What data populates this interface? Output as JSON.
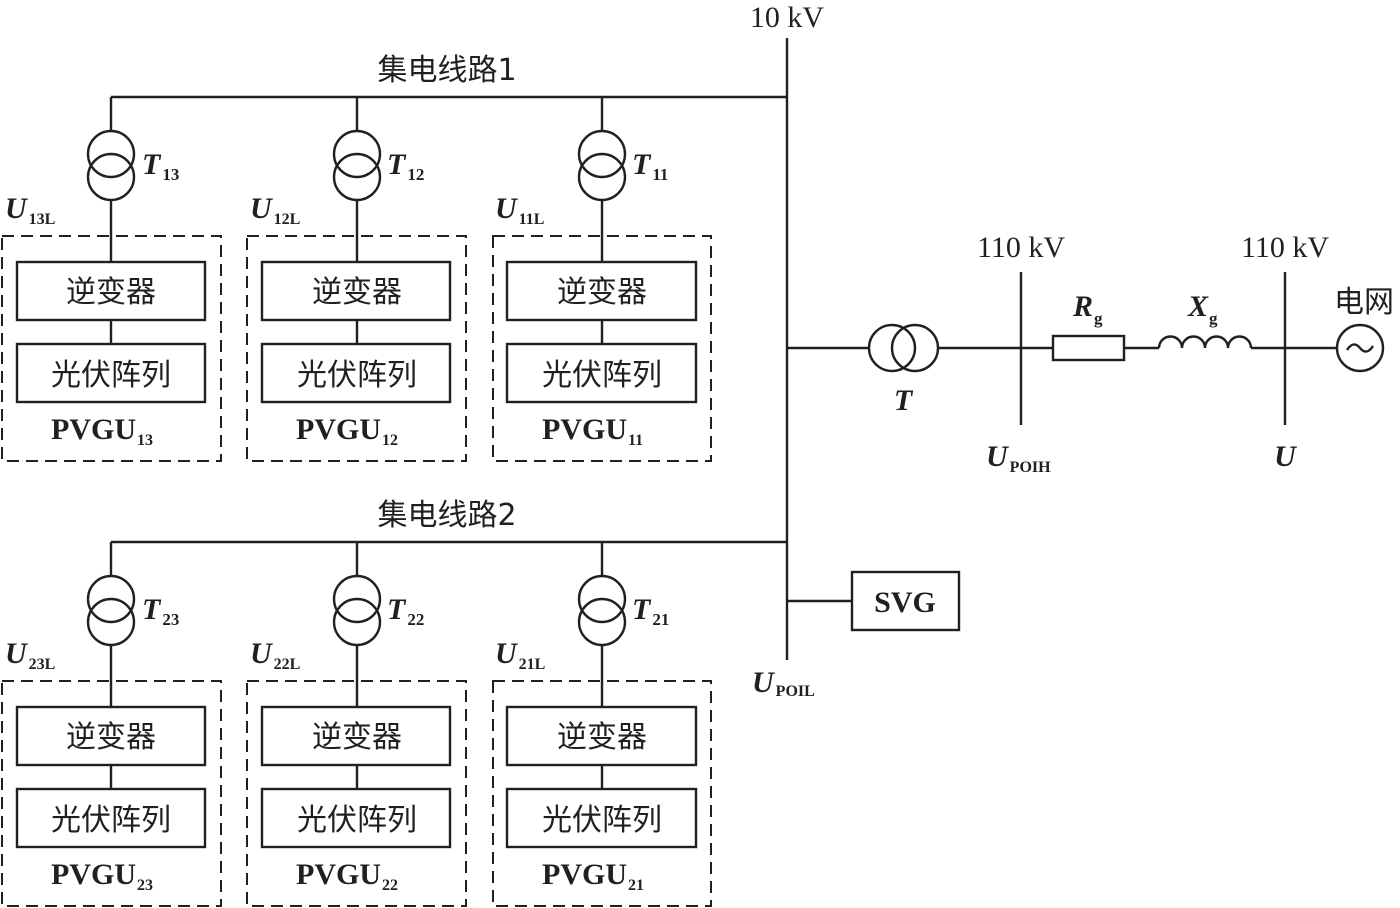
{
  "bus_lv": {
    "voltage": "10 kV",
    "node_label": "U",
    "node_sub": "POIL"
  },
  "feeders": [
    {
      "name": "集电线路1",
      "units": [
        {
          "transformer": "T",
          "t_sub": "13",
          "node": "U",
          "node_sub": "13L",
          "inverter": "逆变器",
          "array": "光伏阵列",
          "unit": "PVGU",
          "unit_sub": "13"
        },
        {
          "transformer": "T",
          "t_sub": "12",
          "node": "U",
          "node_sub": "12L",
          "inverter": "逆变器",
          "array": "光伏阵列",
          "unit": "PVGU",
          "unit_sub": "12"
        },
        {
          "transformer": "T",
          "t_sub": "11",
          "node": "U",
          "node_sub": "11L",
          "inverter": "逆变器",
          "array": "光伏阵列",
          "unit": "PVGU",
          "unit_sub": "11"
        }
      ]
    },
    {
      "name": "集电线路2",
      "units": [
        {
          "transformer": "T",
          "t_sub": "23",
          "node": "U",
          "node_sub": "23L",
          "inverter": "逆变器",
          "array": "光伏阵列",
          "unit": "PVGU",
          "unit_sub": "23"
        },
        {
          "transformer": "T",
          "t_sub": "22",
          "node": "U",
          "node_sub": "22L",
          "inverter": "逆变器",
          "array": "光伏阵列",
          "unit": "PVGU",
          "unit_sub": "22"
        },
        {
          "transformer": "T",
          "t_sub": "21",
          "node": "U",
          "node_sub": "21L",
          "inverter": "逆变器",
          "array": "光伏阵列",
          "unit": "PVGU",
          "unit_sub": "21"
        }
      ]
    }
  ],
  "svg_device": "SVG",
  "main_transformer": "T",
  "bus_poi_h": {
    "voltage": "110 kV",
    "node_label": "U",
    "node_sub": "POIH"
  },
  "grid_resistance": {
    "label": "R",
    "sub": "g"
  },
  "grid_reactance": {
    "label": "X",
    "sub": "g"
  },
  "bus_grid": {
    "voltage": "110 kV",
    "node_label": "U"
  },
  "grid_source": {
    "label": "电网",
    "icon": "ac-source-icon"
  }
}
